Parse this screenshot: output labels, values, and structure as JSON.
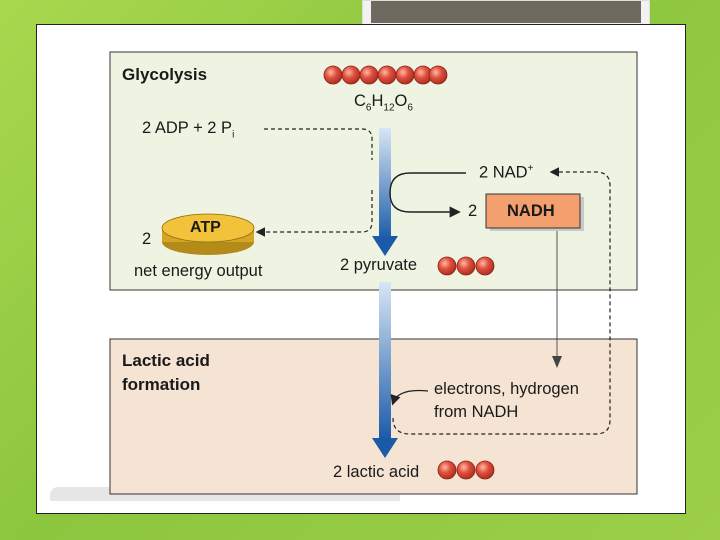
{
  "sections": {
    "glycolysis_title": "Glycolysis",
    "lactic_title_line1": "Lactic acid",
    "lactic_title_line2": "formation"
  },
  "labels": {
    "glucose_c": "C",
    "glucose_c_sub": "6",
    "glucose_h": "H",
    "glucose_h_sub": "12",
    "glucose_o": "O",
    "glucose_o_sub": "6",
    "adp_text": "2 ADP + 2 P",
    "adp_sub": "i",
    "nad_text": "2 NAD",
    "nad_sup": "+",
    "nadh_count": "2",
    "nadh": "NADH",
    "atp_count": "2",
    "atp": "ATP",
    "net_energy": "net energy output",
    "pyruvate": "2 pyruvate",
    "electrons_line1": "electrons, hydrogen",
    "electrons_line2": "from NADH",
    "lactic_acid": "2 lactic acid"
  },
  "colors": {
    "glycolysis_panel": "#eef4e1",
    "lactic_panel": "#f5e3d3",
    "molecule_ball": "#e0503e",
    "atp_disc": "#f2c23a",
    "nadh_box": "#f3a06e",
    "arrow_blue": "#1a5aa8"
  }
}
